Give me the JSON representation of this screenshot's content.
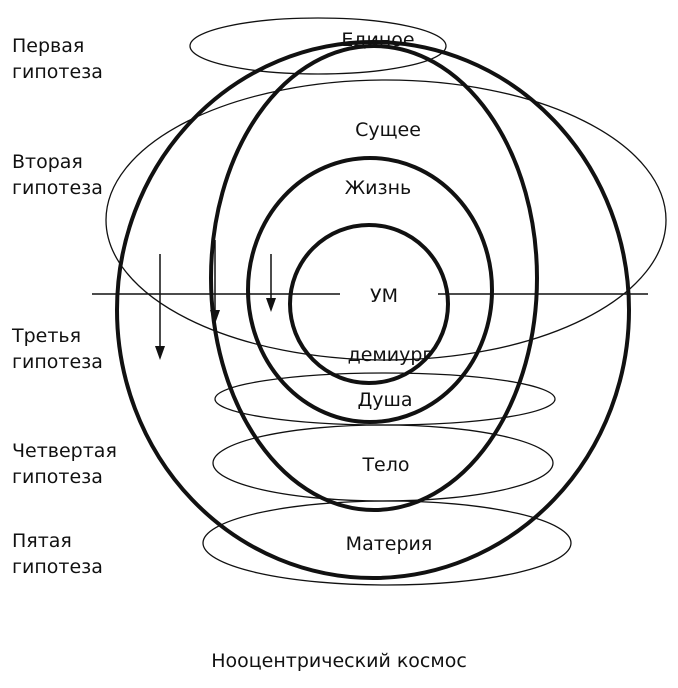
{
  "hypotheses": [
    {
      "line1": "Первая",
      "line2": "гипотеза"
    },
    {
      "line1": "Вторая",
      "line2": "гипотеза"
    },
    {
      "line1": "Третья",
      "line2": "гипотеза"
    },
    {
      "line1": "Четвертая",
      "line2": "гипотеза"
    },
    {
      "line1": "Пятая",
      "line2": "гипотеза"
    }
  ],
  "levels": {
    "one": "Единое",
    "being": "Сущее",
    "life": "Жизнь",
    "mind": "УМ",
    "demiurge": "демиург",
    "soul": "Душа",
    "body": "Тело",
    "matter": "Материя"
  },
  "caption": "Нооцентрический космос",
  "colors": {
    "stroke": "#111111",
    "background": "#ffffff"
  }
}
